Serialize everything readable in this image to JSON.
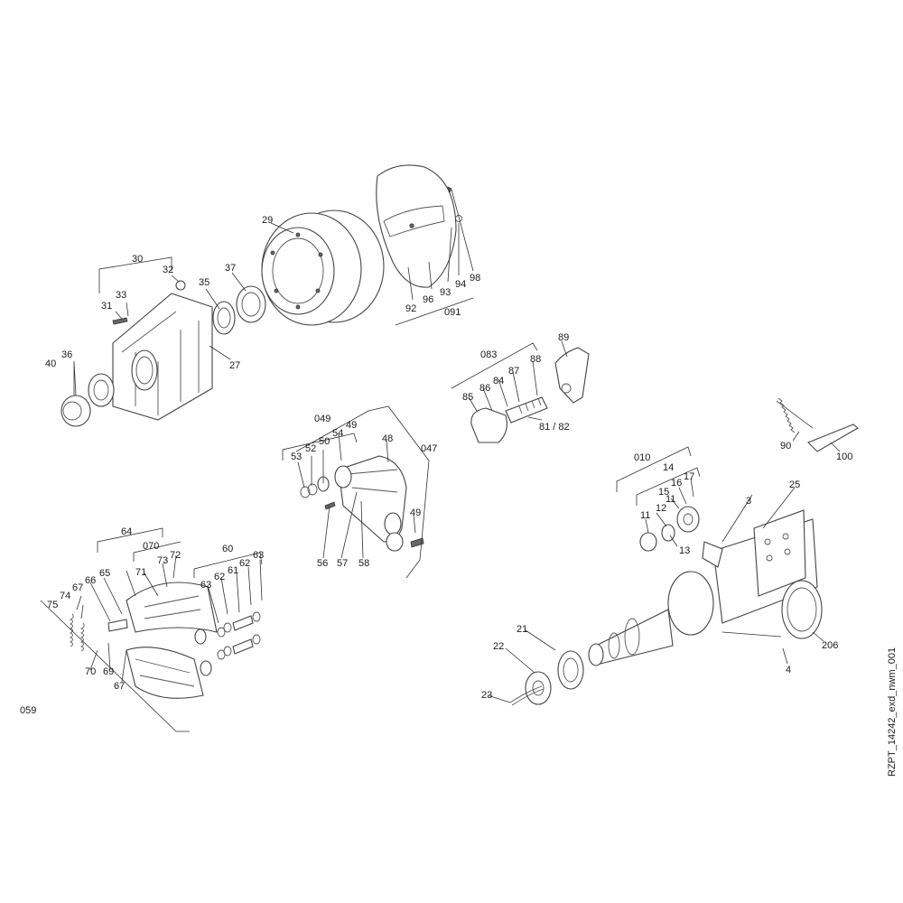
{
  "diagram": {
    "drawing_code": "RZPT_14242_exd_nwm_001",
    "callouts": {
      "c29": "29",
      "c30": "30",
      "c31": "31",
      "c32": "32",
      "c33": "33",
      "c35": "35",
      "c36": "36",
      "c37": "37",
      "c40": "40",
      "c27": "27",
      "c92": "92",
      "c93": "93",
      "c94": "94",
      "c96": "96",
      "c98": "98",
      "c091": "091",
      "c083": "083",
      "c84": "84",
      "c85": "85",
      "c86": "86",
      "c87": "87",
      "c88": "88",
      "c89": "89",
      "c8182": "81 / 82",
      "c90": "90",
      "c100": "100",
      "c049": "049",
      "c047": "047",
      "c48": "48",
      "c49a": "49",
      "c49b": "49",
      "c50": "50",
      "c52": "52",
      "c53": "53",
      "c54": "54",
      "c56": "56",
      "c57": "57",
      "c58": "58",
      "c010": "010",
      "c14": "14",
      "c15": "15",
      "c16": "16",
      "c17": "17",
      "c11a": "11",
      "c11b": "11",
      "c12": "12",
      "c13": "13",
      "c3": "3",
      "c25": "25",
      "c206": "206",
      "c4": "4",
      "c21": "21",
      "c22": "22",
      "c23": "23",
      "c64": "64",
      "c070": "070",
      "c71": "71",
      "c72": "72",
      "c73": "73",
      "c60": "60",
      "c61": "61",
      "c62a": "62",
      "c62b": "62",
      "c63a": "63",
      "c63b": "63",
      "c65": "65",
      "c66": "66",
      "c67a": "67",
      "c67b": "67",
      "c69": "69",
      "c70": "70",
      "c74": "74",
      "c75": "75",
      "c059": "059"
    }
  }
}
